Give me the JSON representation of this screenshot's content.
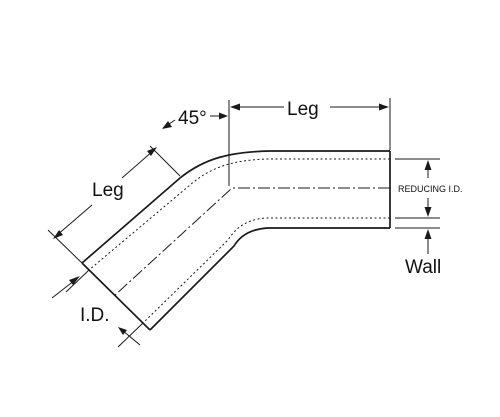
{
  "labels": {
    "angle": "45°",
    "leg_top": "Leg",
    "leg_side": "Leg",
    "id": "I.D.",
    "reducing_id": "REDUCING I.D.",
    "wall": "Wall"
  }
}
